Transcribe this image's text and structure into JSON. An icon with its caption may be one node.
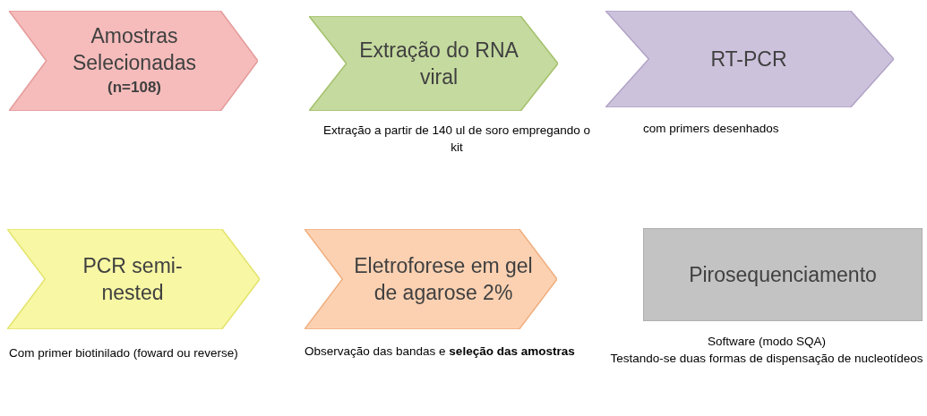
{
  "diagram": {
    "nodes": [
      {
        "text": [
          "Amostras Selecionadas",
          "(n=108)"
        ]
      },
      {
        "text": [
          "Extração do RNA viral"
        ],
        "beside": [
          "Extração a partir de 140 ul de soro empregando o kit"
        ]
      },
      {
        "text": [
          "RT-PCR"
        ],
        "beside": [
          "com primers desenhados"
        ]
      },
      {
        "text": [
          "PCR semi-nested"
        ],
        "beside": [
          "Com primer biotinilado (foward ou reverse)"
        ]
      },
      {
        "text": [
          "Eletroforese em gel de agarose 2%"
        ],
        "beside": [
          "Observação das bandas e **seleção das amostras**"
        ]
      },
      {
        "text": [
          "Pirosequenciamento"
        ],
        "beside": [
          "Software (modo SQA)",
          "Testando-se duas formas de dispensação de nucleotídeos"
        ]
      }
    ]
  }
}
